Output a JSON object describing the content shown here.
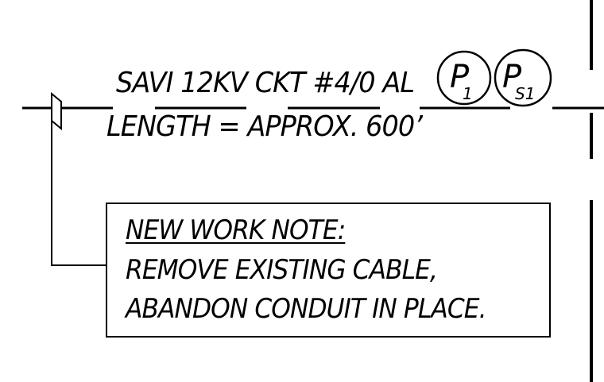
{
  "cable_label": "SAVI 12KV CKT #4/0 AL",
  "length_label": "LENGTH = APPROX. 600’",
  "tags": [
    {
      "letter": "P",
      "subscript": "1"
    },
    {
      "letter": "P",
      "subscript": "S1"
    }
  ],
  "note": {
    "title": "NEW WORK NOTE:",
    "lines": [
      "REMOVE EXISTING CABLE,",
      "ABANDON CONDUIT IN PLACE."
    ]
  },
  "colors": {
    "line": "#000000",
    "background": "#ffffff"
  }
}
